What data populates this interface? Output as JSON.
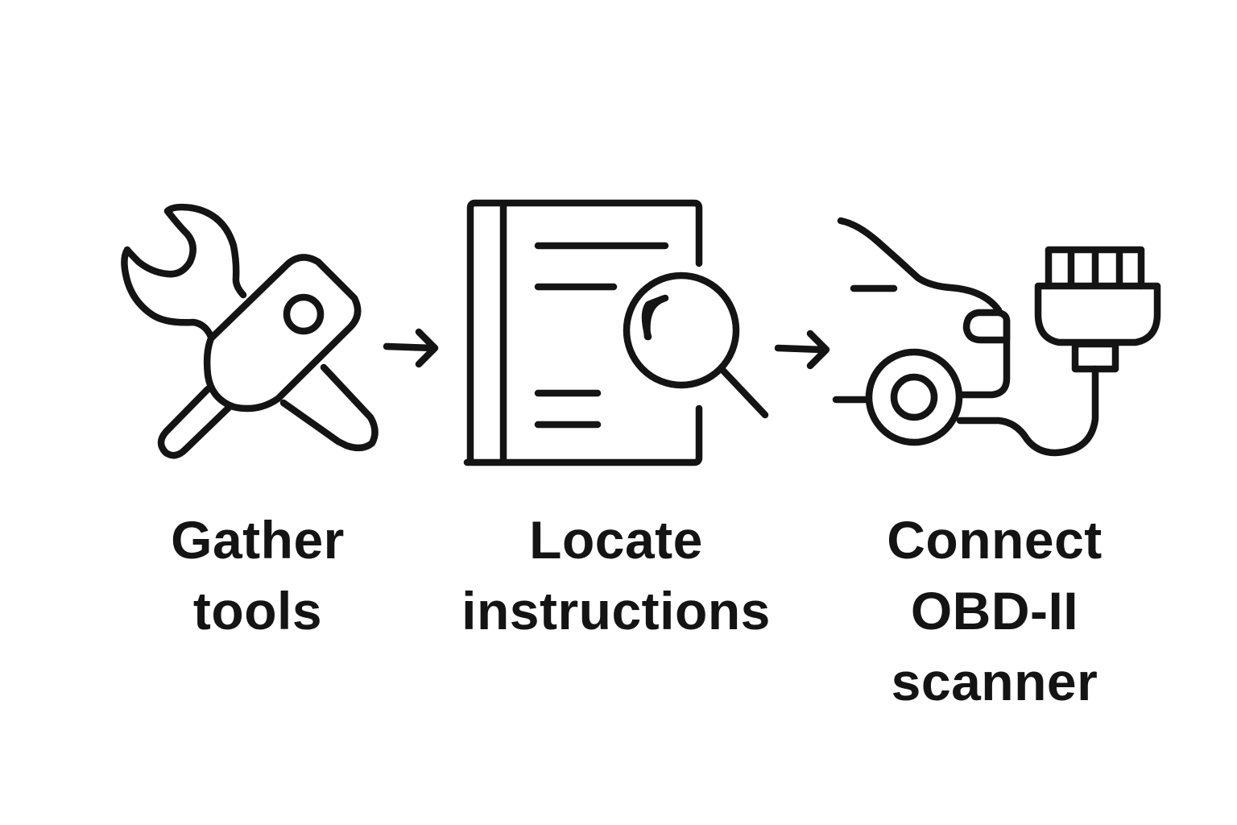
{
  "diagram": {
    "type": "process-flow",
    "steps": [
      {
        "id": "gather",
        "icon": "wrench-screwdriver-icon",
        "lines": [
          "Gather",
          "tools"
        ]
      },
      {
        "id": "locate",
        "icon": "manual-magnifier-icon",
        "lines": [
          "Locate",
          "instructions"
        ]
      },
      {
        "id": "connect",
        "icon": "car-obd-connector-icon",
        "lines": [
          "Connect",
          "OBD-II",
          "scanner"
        ]
      }
    ],
    "connectors": [
      {
        "from": "gather",
        "to": "locate",
        "icon": "arrow-right-icon"
      },
      {
        "from": "locate",
        "to": "connect",
        "icon": "arrow-right-icon"
      }
    ],
    "colors": {
      "stroke": "#141414",
      "background": "#ffffff"
    }
  }
}
